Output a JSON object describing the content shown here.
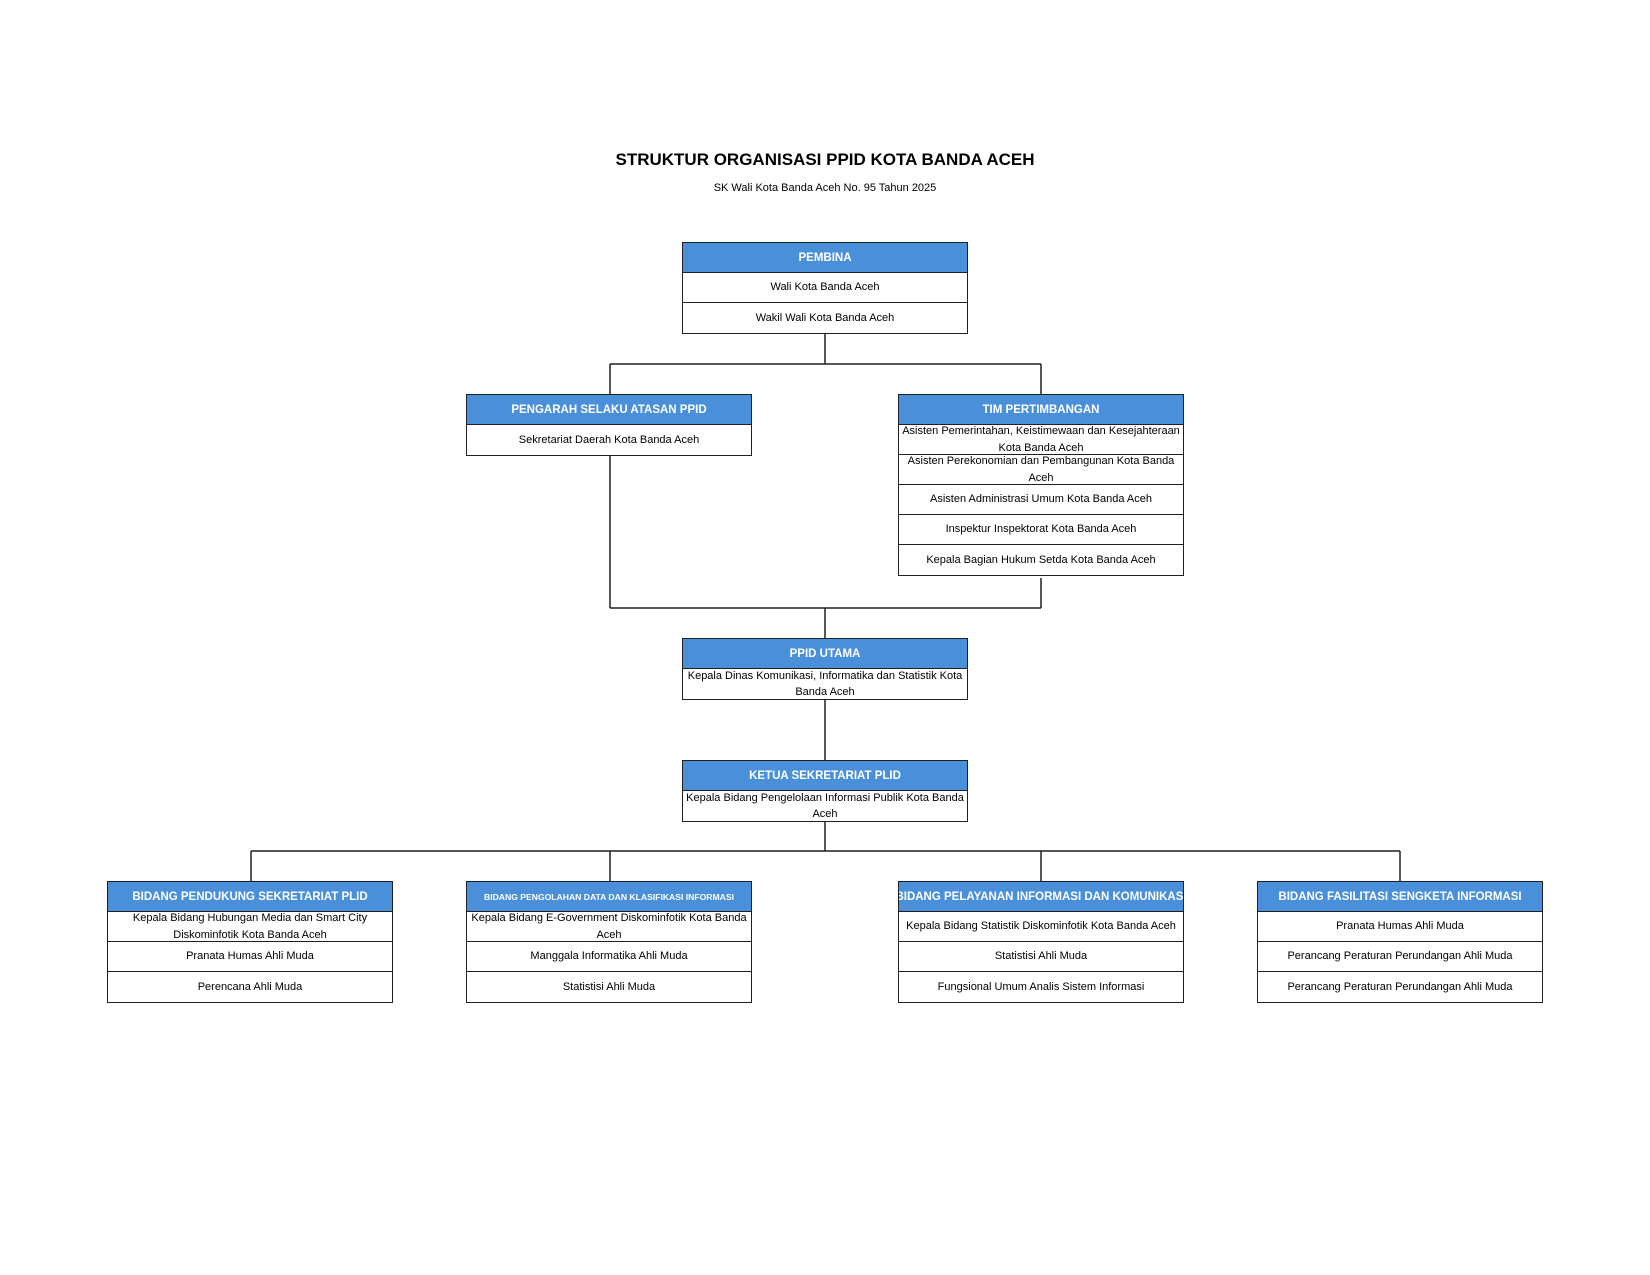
{
  "title": "STRUKTUR ORGANISASI PPID KOTA BANDA ACEH",
  "subtitle": "SK Wali Kota Banda Aceh No. 95 Tahun 2025",
  "boxes": {
    "pembina": {
      "title": "PEMBINA",
      "rows": [
        "Wali Kota Banda Aceh",
        "Wakil Wali Kota Banda Aceh"
      ]
    },
    "pengarah": {
      "title": "PENGARAH SELAKU ATASAN PPID",
      "rows": [
        "Sekretariat Daerah Kota Banda Aceh"
      ]
    },
    "tim": {
      "title": "TIM PERTIMBANGAN",
      "rows": [
        "Asisten Pemerintahan, Keistimewaan dan Kesejahteraan Kota Banda Aceh",
        "Asisten Perekonomian dan Pembangunan Kota Banda Aceh",
        "Asisten Administrasi Umum Kota Banda Aceh",
        "Inspektur Inspektorat Kota Banda Aceh",
        "Kepala Bagian Hukum Setda Kota Banda Aceh"
      ]
    },
    "ppid_utama": {
      "title": "PPID UTAMA",
      "rows": [
        "Kepala Dinas Komunikasi, Informatika dan Statistik Kota Banda Aceh"
      ]
    },
    "ketua": {
      "title": "KETUA SEKRETARIAT PLID",
      "rows": [
        "Kepala Bidang Pengelolaan Informasi Publik Kota Banda Aceh"
      ]
    },
    "bidang1": {
      "title": "BIDANG PENDUKUNG SEKRETARIAT PLID",
      "rows": [
        "Kepala Bidang Hubungan Media dan Smart City Diskominfotik Kota Banda Aceh",
        "Pranata Humas Ahli Muda",
        "Perencana Ahli Muda"
      ]
    },
    "bidang2": {
      "title": "BIDANG PENGOLAHAN DATA DAN KLASIFIKASI INFORMASI",
      "rows": [
        "Kepala Bidang E-Government Diskominfotik Kota Banda Aceh",
        "Manggala Informatika Ahli Muda",
        "Statistisi Ahli Muda"
      ]
    },
    "bidang3": {
      "title": "BIDANG PELAYANAN INFORMASI DAN KOMUNIKASI",
      "rows": [
        "Kepala Bidang Statistik Diskominfotik Kota Banda Aceh",
        "Statistisi Ahli Muda",
        "Fungsional Umum Analis Sistem Informasi"
      ]
    },
    "bidang4": {
      "title": "BIDANG FASILITASI SENGKETA INFORMASI",
      "rows": [
        "Pranata Humas Ahli Muda",
        "Perancang Peraturan Perundangan Ahli Muda",
        "Perancang Peraturan Perundangan Ahli Muda"
      ]
    }
  },
  "colors": {
    "header_fill": "#4a8fd9",
    "header_text": "#ffffff",
    "border": "#1f1f1f",
    "connector": "#1f1f1f"
  }
}
